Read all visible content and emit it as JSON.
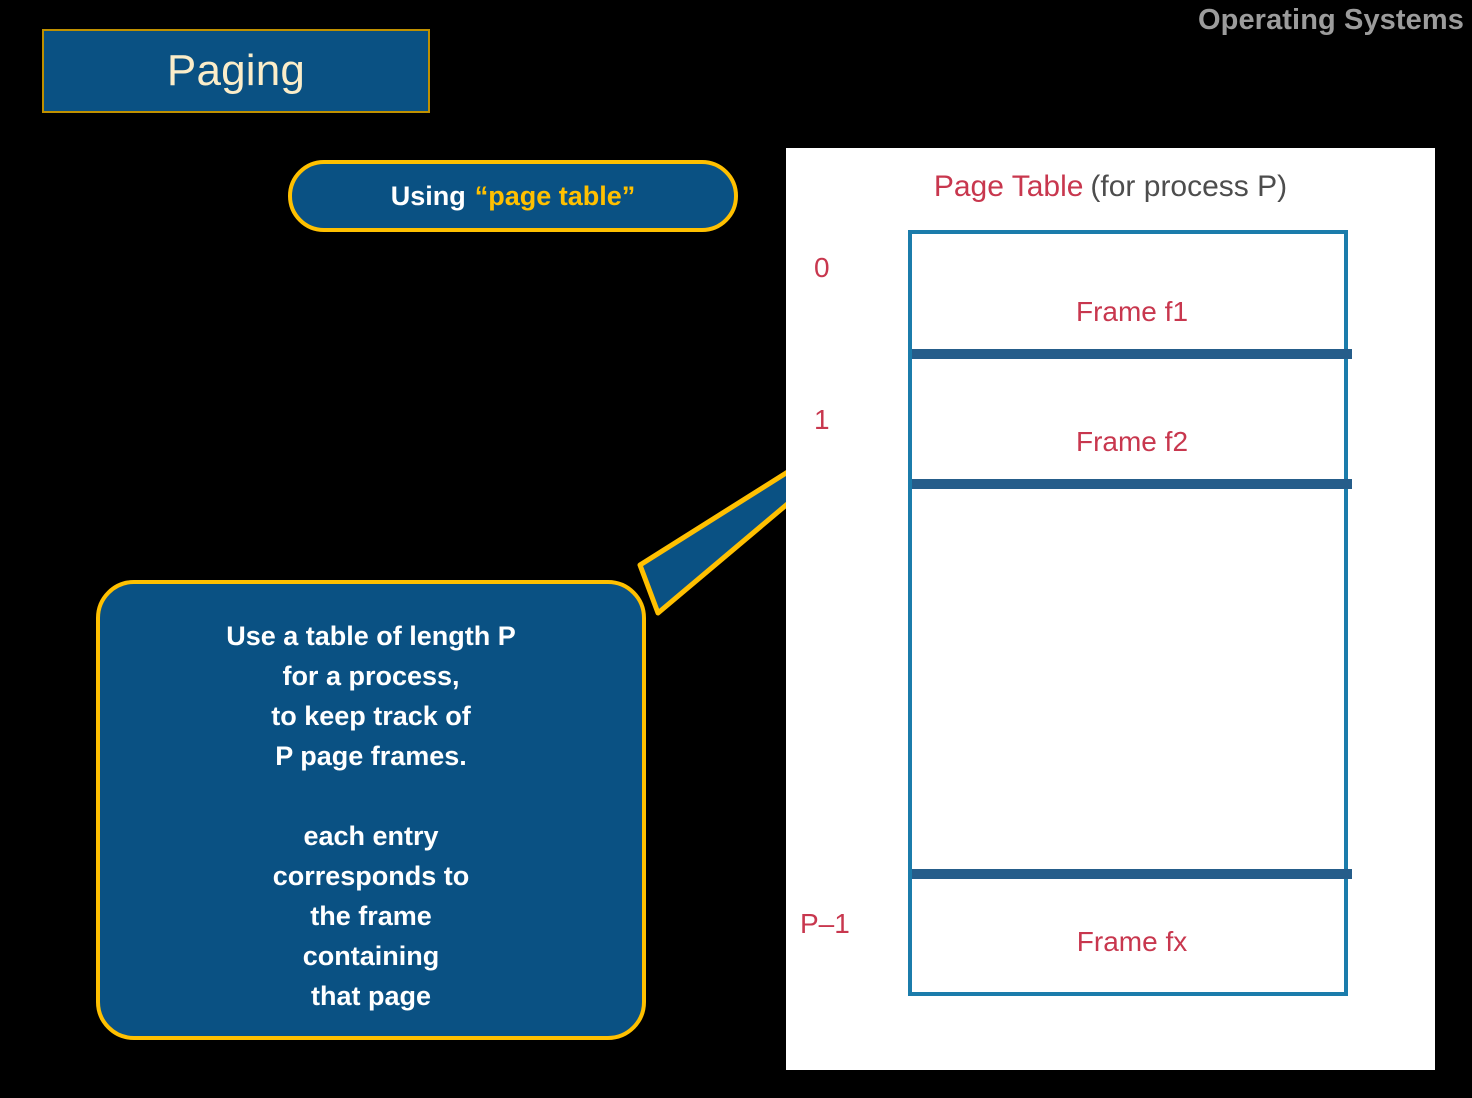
{
  "header": {
    "course_label": "Operating Systems",
    "title": "Paging"
  },
  "pill": {
    "prefix": "Using",
    "accent": "“page table”",
    "accent_color": "#ffc000"
  },
  "diagram": {
    "heading_main": "Page Table",
    "heading_sub": "(for process P)",
    "heading_main_color": "#c8374e",
    "heading_sub_color": "#4d4d4d",
    "table_border_color": "#1b7cab",
    "separator_color": "#255d8a",
    "rows": [
      {
        "index": "0",
        "label": "Frame f1"
      },
      {
        "index": "1",
        "label": "Frame f2"
      },
      {
        "index": "",
        "label": ""
      },
      {
        "index": "P–1",
        "label": "Frame fx"
      }
    ]
  },
  "callout": {
    "body": "Use a table of length P\nfor a process,\nto keep track of\nP page frames.\n\neach entry\ncorresponds to\nthe frame\ncontaining\nthat page",
    "fill_color": "#0a5183",
    "border_color": "#ffc000"
  },
  "icons": {
    "callout_tail": "callout-tail-pointer"
  }
}
